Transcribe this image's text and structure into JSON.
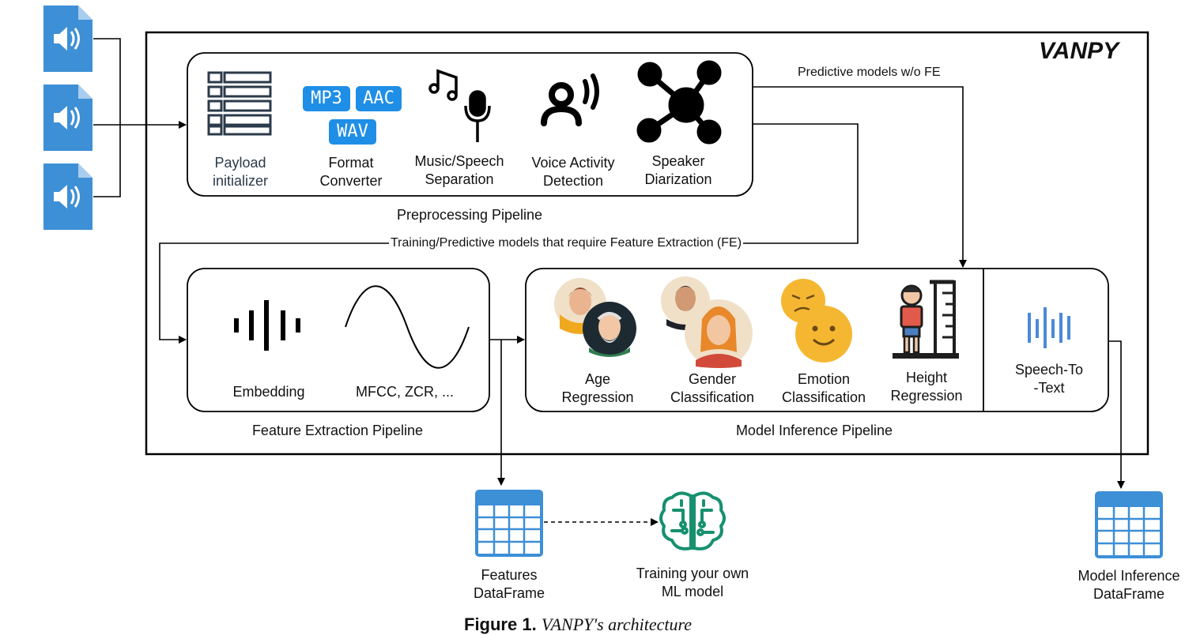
{
  "title": "VANPY",
  "caption": {
    "bold": "Figure 1.",
    "italic": "VANPY's architecture"
  },
  "edges": {
    "predictive_no_fe": "Predictive models w/o FE",
    "requires_fe": "Training/Predictive models that require Feature Extraction (FE)"
  },
  "preprocessing": {
    "title": "Preprocessing Pipeline",
    "formats": [
      "MP3",
      "AAC",
      "WAV"
    ],
    "components": [
      {
        "line1": "Payload",
        "line2": "initializer",
        "icon": "list-icon"
      },
      {
        "line1": "Format",
        "line2": "Converter",
        "icon": "format-badges-icon"
      },
      {
        "line1": "Music/Speech",
        "line2": "Separation",
        "icon": "music-microphone-icon"
      },
      {
        "line1": "Voice Activity",
        "line2": "Detection",
        "icon": "speaking-person-icon"
      },
      {
        "line1": "Speaker",
        "line2": "Diarization",
        "icon": "network-hub-icon"
      }
    ]
  },
  "feature_extraction": {
    "title": "Feature Extraction Pipeline",
    "components": [
      {
        "label": "Embedding",
        "icon": "audio-bars-icon"
      },
      {
        "label": "MFCC, ZCR, ...",
        "icon": "sine-wave-icon"
      }
    ]
  },
  "model_inference": {
    "title": "Model Inference Pipeline",
    "components": [
      {
        "line1": "Age",
        "line2": "Regression",
        "icon": "age-faces-icon"
      },
      {
        "line1": "Gender",
        "line2": "Classification",
        "icon": "gender-faces-icon"
      },
      {
        "line1": "Emotion",
        "line2": "Classification",
        "icon": "emoji-faces-icon"
      },
      {
        "line1": "Height",
        "line2": "Regression",
        "icon": "height-ruler-icon"
      },
      {
        "line1": "Speech-To",
        "line2": "-Text",
        "icon": "speech-wave-icon"
      }
    ]
  },
  "outputs": {
    "features": {
      "line1": "Features",
      "line2": "DataFrame"
    },
    "training": {
      "line1": "Training your own",
      "line2": "ML model"
    },
    "inference": {
      "line1": "Model Inference",
      "line2": "DataFrame"
    }
  },
  "colors": {
    "file_blue": "#3d8fd6",
    "badge_blue": "#1f8ee6",
    "table_blue": "#3d8fd6",
    "brain_green": "#17906f",
    "emoji_yellow": "#f5b731"
  }
}
